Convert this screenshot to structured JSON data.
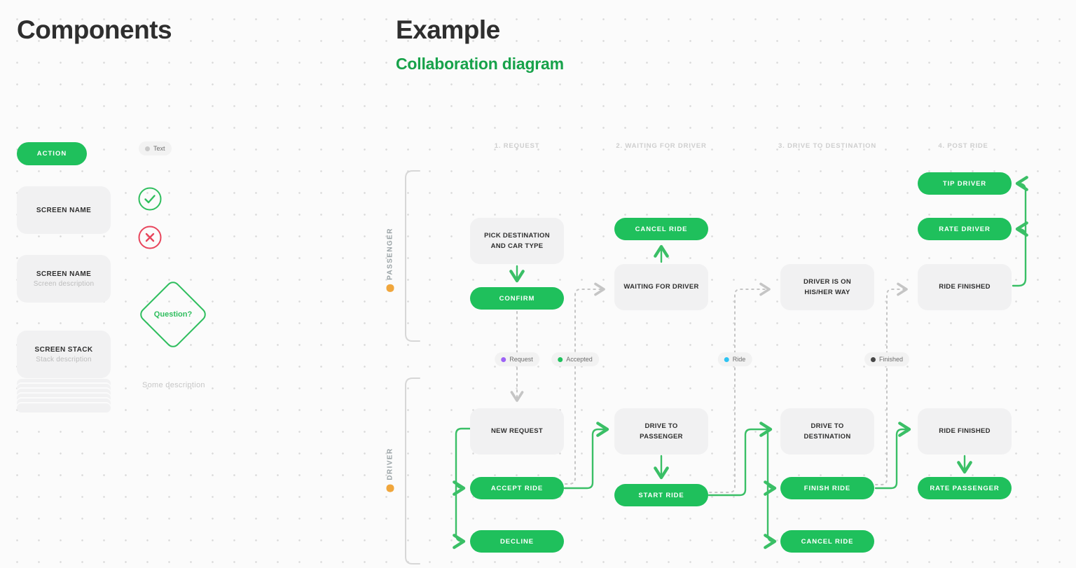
{
  "components": {
    "title": "Components",
    "action_button": "ACTION",
    "text_chip": "Text",
    "screen_card": {
      "title": "SCREEN NAME"
    },
    "screen_card_with_desc": {
      "title": "SCREEN NAME",
      "description": "Screen description"
    },
    "screen_stack": {
      "title": "SCREEN STACK",
      "description": "Stack description"
    },
    "decision_label": "Question?",
    "caption": "Some description",
    "icons": [
      "approve-check-icon",
      "reject-cross-icon"
    ]
  },
  "example": {
    "title": "Example",
    "subtitle": "Collaboration diagram",
    "columns": [
      "1. REQUEST",
      "2. WAITING FOR DRIVER",
      "3. DRIVE TO DESTINATION",
      "4. POST RIDE"
    ],
    "lanes": [
      {
        "name": "PASSENGER",
        "icon": "person-emoji",
        "icon_color": "#f0a63c"
      },
      {
        "name": "DRIVER",
        "icon": "person-emoji",
        "icon_color": "#f0a63c"
      }
    ],
    "messages": [
      {
        "label": "Request",
        "color": "#9d62f6"
      },
      {
        "label": "Accepted",
        "color": "#1ec15c"
      },
      {
        "label": "Ride",
        "color": "#2ec3f2"
      },
      {
        "label": "Finished",
        "color": "#474747"
      }
    ],
    "nodes": {
      "pick_destination": "PICK DESTINATION AND CAR TYPE",
      "confirm": "CONFIRM",
      "cancel_ride_passenger": "CANCEL RIDE",
      "waiting_for_driver": "WAITING FOR DRIVER",
      "driver_on_way": "DRIVER IS ON HIS/HER WAY",
      "ride_finished_passenger": "RIDE FINISHED",
      "tip_driver": "TIP DRIVER",
      "rate_driver": "RATE DRIVER",
      "new_request": "NEW REQUEST",
      "accept_ride": "ACCEPT RIDE",
      "decline": "DECLINE",
      "drive_to_passenger": "DRIVE TO PASSENGER",
      "start_ride": "START RIDE",
      "drive_to_destination": "DRIVE TO DESTINATION",
      "finish_ride": "FINISH RIDE",
      "cancel_ride_driver": "CANCEL RIDE",
      "ride_finished_driver": "RIDE FINISHED",
      "rate_passenger": "RATE PASSENGER"
    }
  },
  "colors": {
    "accent_green": "#1fc05c",
    "danger_red": "#e8445b"
  }
}
